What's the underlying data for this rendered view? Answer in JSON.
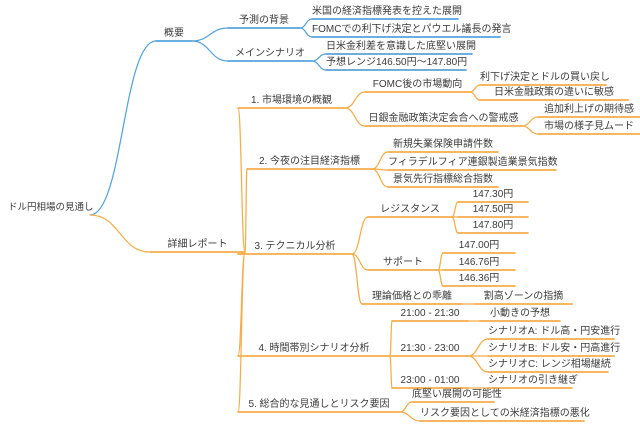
{
  "mindmap": {
    "id": "root",
    "label": "ドル円相場の見通し",
    "children": [
      {
        "id": "gaiyou",
        "label": "概要",
        "children": [
          {
            "id": "yosoku",
            "label": "予測の背景",
            "children": [
              {
                "id": "us_ind",
                "label": "米国の経済指標発表を控えた展開"
              },
              {
                "id": "fomc_po",
                "label": "FOMCでの利下げ決定とパウエル議長の発言"
              }
            ]
          },
          {
            "id": "mains",
            "label": "メインシナリオ",
            "children": [
              {
                "id": "rate_gap",
                "label": "日米金利差を意識した底堅い展開"
              },
              {
                "id": "f_range",
                "label": "予想レンジ146.50円〜147.80円"
              }
            ]
          }
        ]
      },
      {
        "id": "detail",
        "label": "詳細レポート",
        "children": [
          {
            "id": "s1",
            "label": "1. 市場環境の概観",
            "children": [
              {
                "id": "fomc_after",
                "label": "FOMC後の市場動向",
                "children": [
                  {
                    "id": "buyback",
                    "label": "利下げ決定とドルの買い戻し"
                  },
                  {
                    "id": "pol_diff",
                    "label": "日米金融政策の違いに敏感"
                  }
                ]
              },
              {
                "id": "boj",
                "label": "日銀金融政策決定会合への警戒感",
                "children": [
                  {
                    "id": "add_hike",
                    "label": "追加利上げの期待感"
                  },
                  {
                    "id": "mood",
                    "label": "市場の様子見ムード"
                  }
                ]
              }
            ]
          },
          {
            "id": "s2",
            "label": "2. 今夜の注目経済指標",
            "children": [
              {
                "id": "jobless",
                "label": "新規失業保険申請件数"
              },
              {
                "id": "philly",
                "label": "フィラデルフィア連銀製造業景気指数"
              },
              {
                "id": "leading",
                "label": "景気先行指標総合指数"
              }
            ]
          },
          {
            "id": "s3",
            "label": "3. テクニカル分析",
            "children": [
              {
                "id": "resist",
                "label": "レジスタンス",
                "children": [
                  {
                    "id": "r1",
                    "label": "147.30円"
                  },
                  {
                    "id": "r2",
                    "label": "147.50円"
                  },
                  {
                    "id": "r3",
                    "label": "147.80円"
                  }
                ]
              },
              {
                "id": "support",
                "label": "サポート",
                "children": [
                  {
                    "id": "sp1",
                    "label": "147.00円"
                  },
                  {
                    "id": "sp2",
                    "label": "146.76円"
                  },
                  {
                    "id": "sp3",
                    "label": "146.36円"
                  }
                ]
              },
              {
                "id": "theory",
                "label": "理論価格との乖離",
                "children": [
                  {
                    "id": "overval",
                    "label": "割高ゾーンの指摘"
                  }
                ]
              }
            ]
          },
          {
            "id": "s4",
            "label": "4. 時間帯別シナリオ分析",
            "children": [
              {
                "id": "t1",
                "label": "21:00 - 21:30",
                "children": [
                  {
                    "id": "smallmove",
                    "label": "小動きの予想"
                  }
                ]
              },
              {
                "id": "t2",
                "label": "21:30 - 23:00",
                "children": [
                  {
                    "id": "scA",
                    "label": "シナリオA: ドル高・円安進行"
                  },
                  {
                    "id": "scB",
                    "label": "シナリオB: ドル安・円高進行"
                  },
                  {
                    "id": "scC",
                    "label": "シナリオC: レンジ相場継続"
                  }
                ]
              },
              {
                "id": "t3",
                "label": "23:00 - 01:00",
                "children": [
                  {
                    "id": "handover",
                    "label": "シナリオの引き継ぎ"
                  }
                ]
              }
            ]
          },
          {
            "id": "s5",
            "label": "5. 総合的な見通しとリスク要因",
            "children": [
              {
                "id": "firm",
                "label": "底堅い展開の可能性"
              },
              {
                "id": "risk",
                "label": "リスク要因としての米経済指標の悪化"
              }
            ]
          }
        ]
      }
    ]
  },
  "colors": {
    "overview_branch": "#57a3dc",
    "detail_branch": "#f5ad49",
    "text": "#3b3b3b",
    "background": "#ffffff"
  }
}
